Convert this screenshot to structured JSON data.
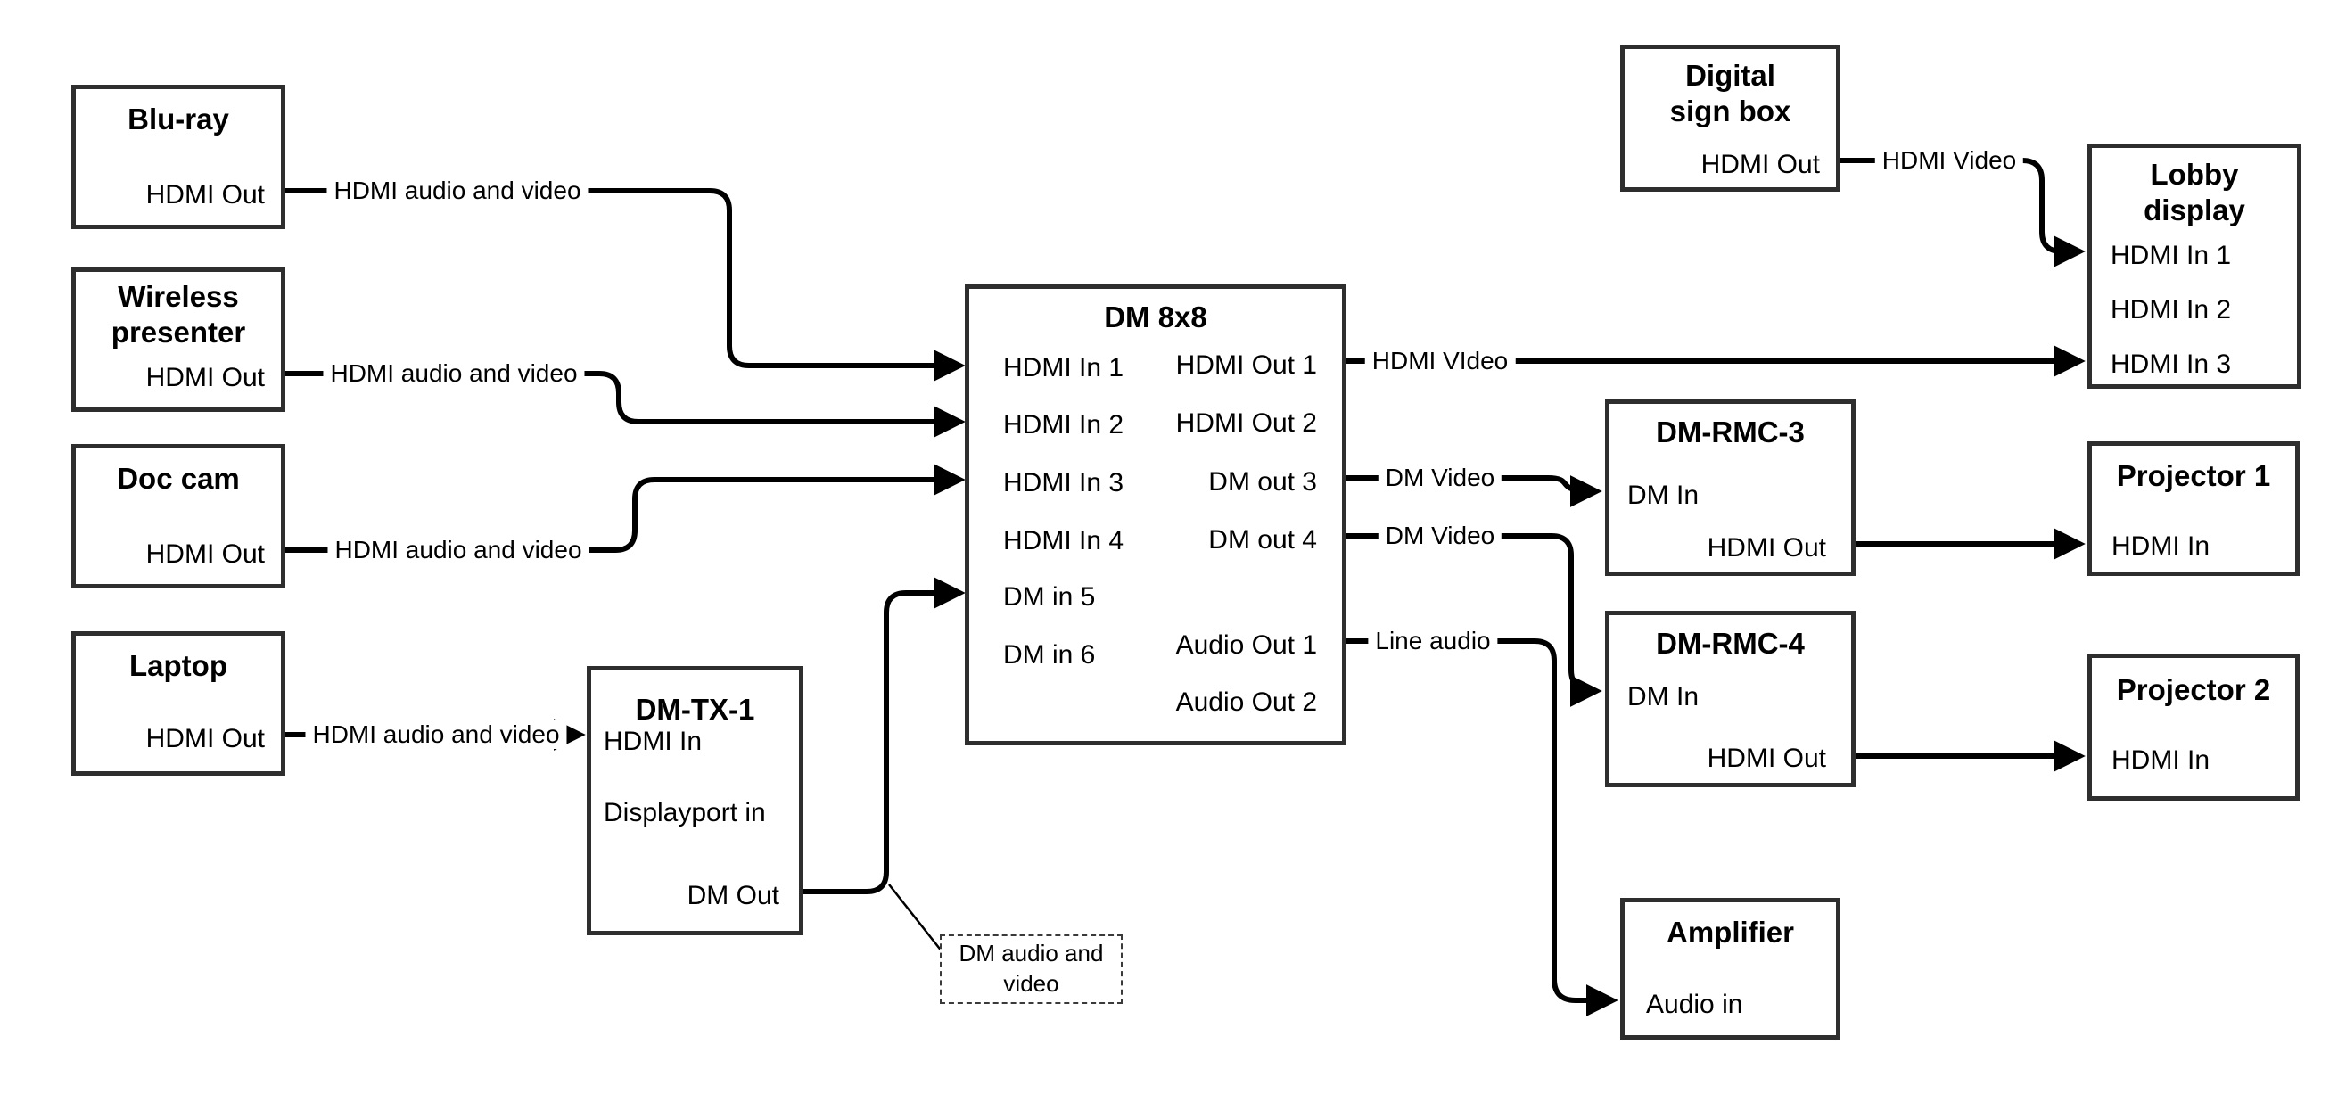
{
  "diagram": {
    "nodes": {
      "bluray": {
        "title": "Blu-ray",
        "ports": {
          "hdmi_out": "HDMI Out"
        }
      },
      "wireless": {
        "title": "Wireless presenter",
        "ports": {
          "hdmi_out": "HDMI Out"
        }
      },
      "doccam": {
        "title": "Doc cam",
        "ports": {
          "hdmi_out": "HDMI Out"
        }
      },
      "laptop": {
        "title": "Laptop",
        "ports": {
          "hdmi_out": "HDMI Out"
        }
      },
      "dmtx1": {
        "title": "DM-TX-1",
        "ports": {
          "hdmi_in": "HDMI In",
          "displayport_in": "Displayport in",
          "dm_out": "DM Out"
        }
      },
      "dm8x8": {
        "title": "DM 8x8",
        "ports": {
          "hdmi_in_1": "HDMI In 1",
          "hdmi_in_2": "HDMI In 2",
          "hdmi_in_3": "HDMI In 3",
          "hdmi_in_4": "HDMI In 4",
          "dm_in_5": "DM in 5",
          "dm_in_6": "DM in 6",
          "hdmi_out_1": "HDMI Out 1",
          "hdmi_out_2": "HDMI Out 2",
          "dm_out_3": "DM out 3",
          "dm_out_4": "DM out 4",
          "audio_out_1": "Audio Out 1",
          "audio_out_2": "Audio Out 2"
        }
      },
      "digital_sign": {
        "title": "Digital sign box",
        "ports": {
          "hdmi_out": "HDMI Out"
        }
      },
      "lobby": {
        "title": "Lobby display",
        "ports": {
          "hdmi_in_1": "HDMI In 1",
          "hdmi_in_2": "HDMI In 2",
          "hdmi_in_3": "HDMI In 3"
        }
      },
      "dmrmc3": {
        "title": "DM-RMC-3",
        "ports": {
          "dm_in": "DM In",
          "hdmi_out": "HDMI Out"
        }
      },
      "proj1": {
        "title": "Projector 1",
        "ports": {
          "hdmi_in": "HDMI In"
        }
      },
      "dmrmc4": {
        "title": "DM-RMC-4",
        "ports": {
          "dm_in": "DM In",
          "hdmi_out": "HDMI Out"
        }
      },
      "proj2": {
        "title": "Projector 2",
        "ports": {
          "hdmi_in": "HDMI In"
        }
      },
      "amplifier": {
        "title": "Amplifier",
        "ports": {
          "audio_in": "Audio in"
        }
      }
    },
    "wire_labels": {
      "bluray_link": "HDMI audio and video",
      "wireless_link": "HDMI audio and video",
      "doccam_link": "HDMI audio and video",
      "laptop_link": "HDMI audio and video",
      "hdmi_out1_link": "HDMI VIdeo",
      "digital_sign_link": "HDMI Video",
      "dm_out3_link": "DM Video",
      "dm_out4_link": "DM Video",
      "audio_out1_link": "Line audio"
    },
    "annotation": "DM audio and video",
    "colors": {
      "line": "#000000",
      "box_border": "#2e2e2e",
      "background": "#ffffff"
    }
  }
}
